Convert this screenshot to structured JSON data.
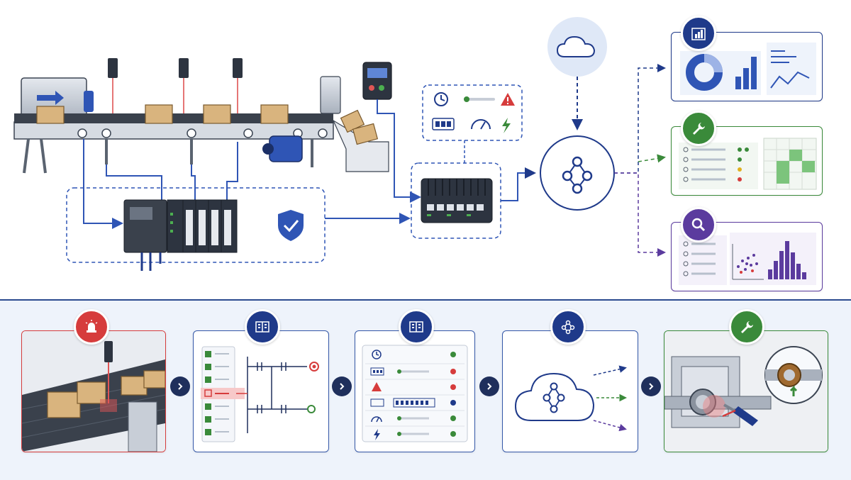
{
  "colors": {
    "navy": "#1f3a8a",
    "blue_line": "#2f55b5",
    "green": "#3a8a3a",
    "purple": "#5b3b9e",
    "alert_red": "#d63c3c",
    "panel_border": "#3558a8",
    "bottom_band": "#eef3fb"
  },
  "icons": {
    "cloud": "cloud-icon",
    "network": "network-hub-icon",
    "shield": "shield-check-icon",
    "analytics": "bar-chart-icon",
    "maintenance": "wrench-icon",
    "inspection": "magnifier-icon",
    "alarm": "siren-icon",
    "plc_module": "io-module-icon",
    "clock": "clock-icon",
    "warning": "warning-triangle-icon",
    "counter": "digital-counter-icon",
    "gauge": "gauge-icon",
    "power": "lightning-icon"
  },
  "flow_steps": [
    {
      "id": "detect",
      "icon": "siren-icon",
      "color": "#d63c3c"
    },
    {
      "id": "plc-logic",
      "icon": "io-module-icon",
      "color": "#1f3a8a"
    },
    {
      "id": "edge-data",
      "icon": "io-module-icon",
      "color": "#1f3a8a"
    },
    {
      "id": "cloud-route",
      "icon": "network-hub-icon",
      "color": "#1f3a8a"
    },
    {
      "id": "repair",
      "icon": "wrench-icon",
      "color": "#3a8a3a"
    }
  ]
}
